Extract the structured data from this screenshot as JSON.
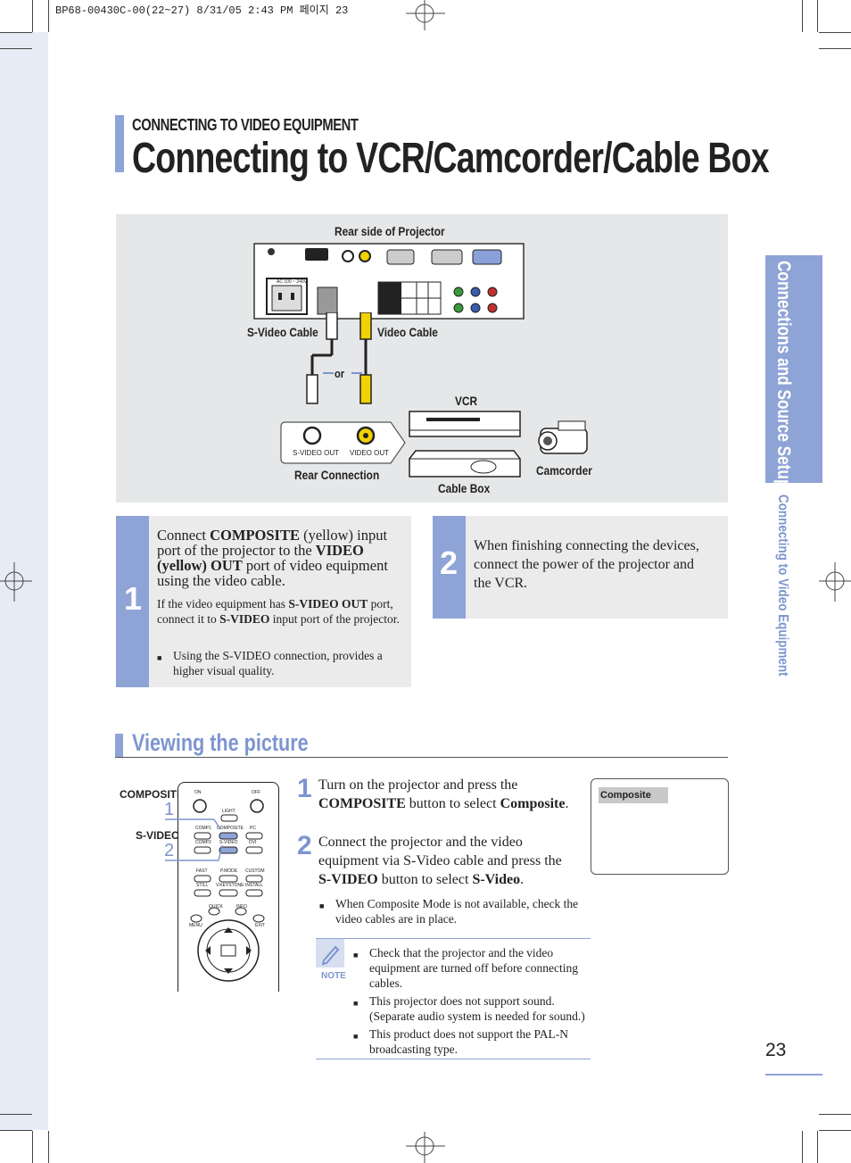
{
  "print_header": "BP68-00430C-00(22~27)  8/31/05  2:43 PM 페이지 23",
  "section_label": "CONNECTING TO VIDEO EQUIPMENT",
  "page_title": "Connecting to VCR/Camcorder/Cable Box",
  "diagram": {
    "rear_side": "Rear side of Projector",
    "svideo_cable": "S-Video Cable",
    "video_cable": "Video Cable",
    "or": "or",
    "vcr": "VCR",
    "camcorder": "Camcorder",
    "cable_box": "Cable Box",
    "rear_connection": "Rear Connection",
    "svideo_out": "S-VIDEO OUT",
    "video_out": "VIDEO OUT",
    "ac_label": "AC 100 ~ 240V"
  },
  "step1": {
    "number": "1",
    "main_pre": "Connect ",
    "main_b1": "COMPOSITE",
    "main_mid1": " (yellow) input port of the projector to the ",
    "main_b2": "VIDEO (yellow) OUT",
    "main_post": " port of video equipment using the video cable.",
    "sub_pre": "If the video equipment has ",
    "sub_b1": "S-VIDEO OUT",
    "sub_mid": " port, connect it to ",
    "sub_b2": "S-VIDEO",
    "sub_post": " input port of the projector.",
    "bullet": "Using the S-VIDEO connection, provides a higher visual quality."
  },
  "step2": {
    "number": "2",
    "text": "When finishing connecting the devices, connect the power of the projector and the VCR."
  },
  "side_tab": {
    "main": "Connections and Source Setup",
    "sub": "Connecting to Video Equipment"
  },
  "viewing": {
    "title": "Viewing the picture",
    "remote_composite": "COMPOSITE",
    "remote_svideo": "S-VIDEO",
    "remote_n1": "1",
    "remote_n2": "2",
    "s1_number": "1",
    "s1_pre": "Turn on the projector and press the ",
    "s1_b1": "COMPOSITE",
    "s1_mid": " button to select ",
    "s1_b2": "Composite",
    "s1_post": ".",
    "s2_number": "2",
    "s2_pre": "Connect the projector and the video equipment via S-Video cable and press the ",
    "s2_b1": "S-VIDEO",
    "s2_mid": " button to select  ",
    "s2_b2": "S-Video",
    "s2_post": ".",
    "bullet": "When Composite Mode is not available, check the video cables are in place.",
    "screen_label": "Composite"
  },
  "note": {
    "label": "NOTE",
    "items": [
      "Check that the projector and the video equipment are turned off before connecting cables.",
      "This projector does not support sound. (Separate audio system is needed for sound.)",
      "This product does not support the PAL-N broadcasting type."
    ]
  },
  "remote_buttons": {
    "on": "ON",
    "off": "OFF",
    "light": "LIGHT",
    "comp1": "COMP1",
    "composite": "COMPOSITE",
    "pc": "PC",
    "comp2": "COMP2",
    "svideo": "S-VIDEO",
    "dvi": "DVI",
    "fast": "FAST",
    "pmode": "P.MODE",
    "custom": "CUSTOM",
    "still": "STILL",
    "vkeystone": "V.KEYSTONE",
    "install": "INSTALL",
    "menu": "MENU",
    "quick": "QUICK",
    "info": "INFO",
    "exit": "EXIT"
  },
  "page_number": "23"
}
